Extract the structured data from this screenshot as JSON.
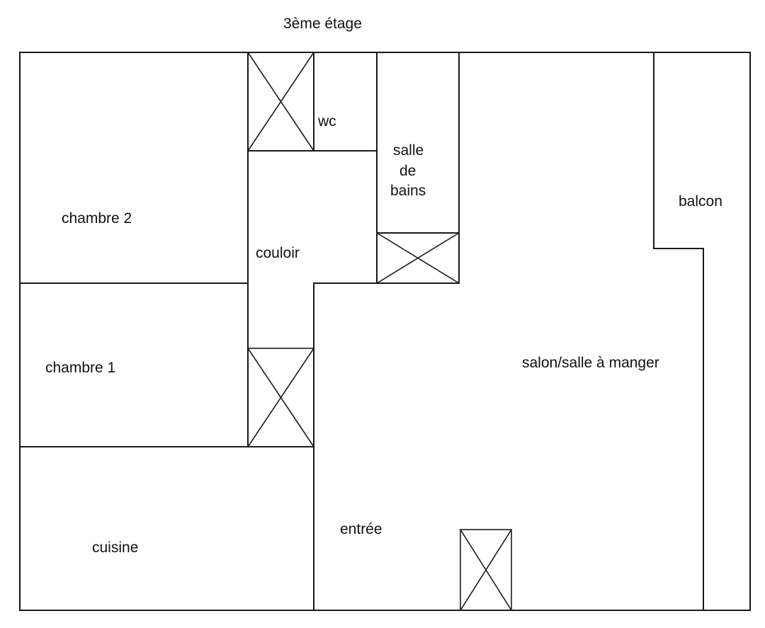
{
  "floor_title": "3ème étage",
  "rooms": {
    "chambre_2": "chambre 2",
    "chambre_1": "chambre 1",
    "cuisine": "cuisine",
    "wc": "wc",
    "couloir": "couloir",
    "salle_de_bains": [
      "salle",
      "de",
      "bains"
    ],
    "entree": "entrée",
    "salon": "salon/salle à manger",
    "balcon": "balcon"
  },
  "colors": {
    "lines": "#1a1a1a",
    "text": "#111111",
    "background": "#ffffff"
  }
}
